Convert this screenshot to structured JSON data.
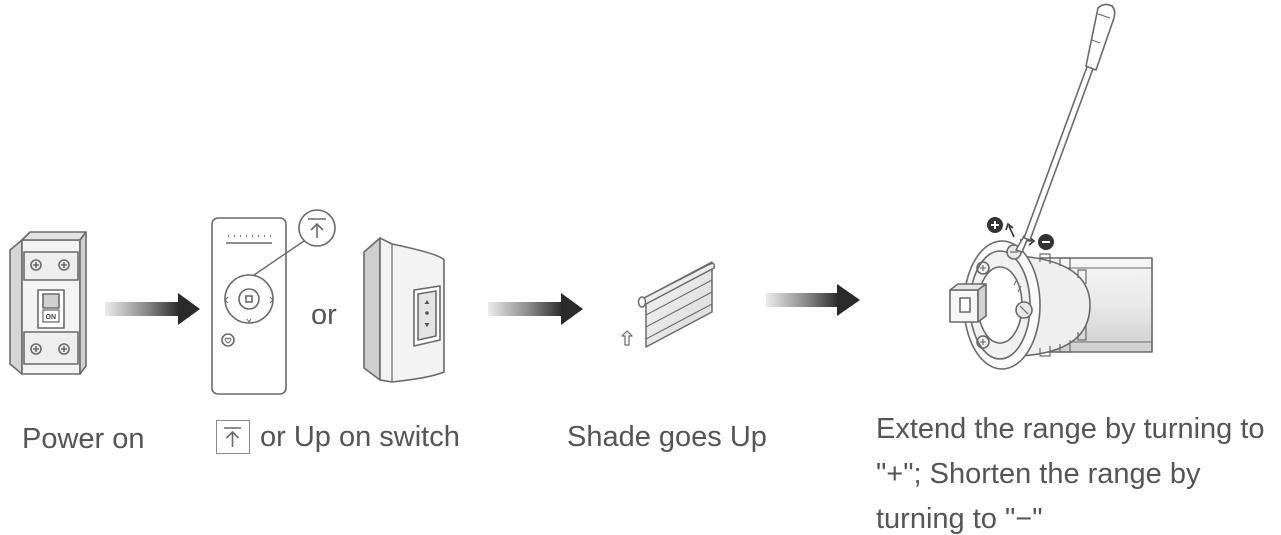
{
  "steps": [
    {
      "id": "power",
      "caption": "Power on"
    },
    {
      "id": "remote",
      "caption": "or Up on switch"
    },
    {
      "id": "shade",
      "caption": "Shade goes Up"
    },
    {
      "id": "adjust",
      "caption": "Extend the range by turning to \"+\"; Shorten the range by turning to \"−\""
    }
  ],
  "between_devices": "or",
  "breaker_label": "ON",
  "colors": {
    "line": "#6a6a6a",
    "text": "#555555",
    "arrow_dark": "#2a2a2a",
    "arrow_light": "#e6e6e6",
    "fill_light": "#f2f2f2",
    "fill_mid": "#dedede"
  },
  "icons": [
    "circuit-breaker-icon",
    "remote-control-icon",
    "wall-switch-icon",
    "roller-shade-icon",
    "tubular-motor-icon",
    "screwdriver-icon",
    "up-key-icon"
  ]
}
